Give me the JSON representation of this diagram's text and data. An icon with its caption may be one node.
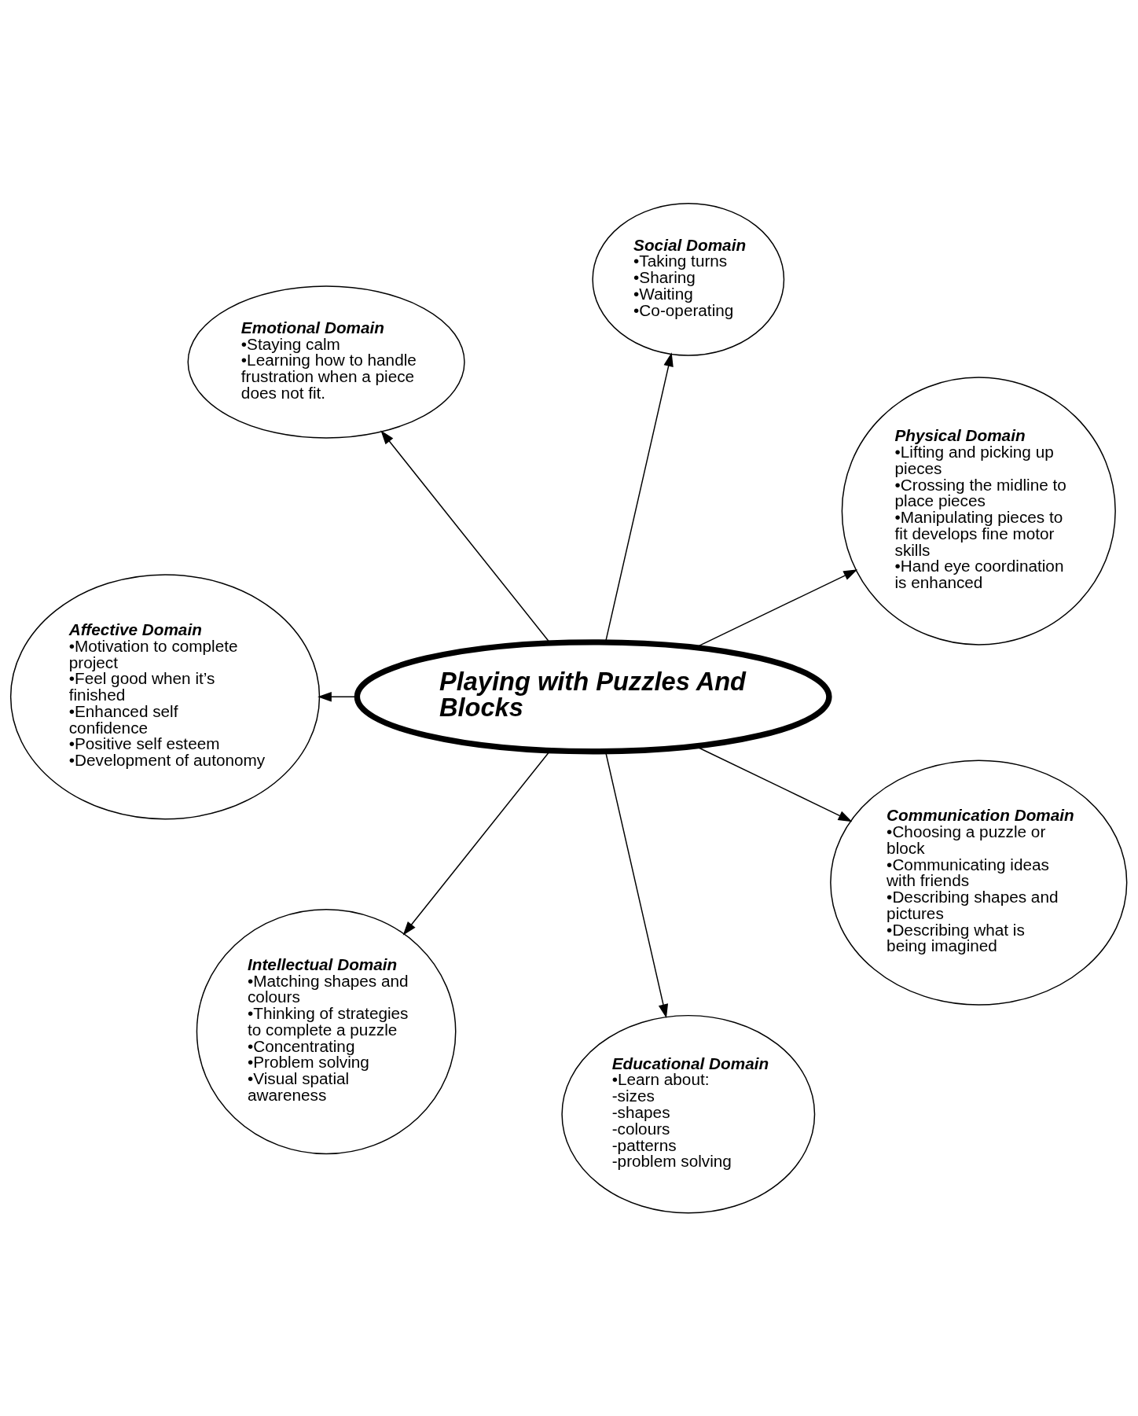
{
  "diagram": {
    "nodes": [
      {
        "text": [
          "Physical Domain",
          "•Lifting and picking up pieces",
          "•Crossing the midline to place pieces",
          "•Manipulating pieces to fit develops fine motor skills",
          "•Hand eye coordination is enhanced"
        ]
      },
      {
        "text": [
          "Social Domain",
          "•Taking turns",
          "•Sharing",
          "•Waiting",
          "•Co-operating"
        ]
      },
      {
        "text": [
          "Emotional Domain",
          "•Staying calm",
          "•Learning how to handle frustration when a piece does not fit."
        ]
      },
      {
        "text": [
          "Playing with Puzzles And Blocks"
        ]
      },
      {
        "text": [
          "Affective Domain",
          "•Motivation to complete project",
          "•Feel good when it’s finished",
          "•Enhanced self confidence",
          "•Positive self esteem",
          "•Development of autonomy"
        ]
      },
      {
        "text": [
          "Intellectual Domain",
          "•Matching shapes and colours",
          "•Thinking of strategies to complete a puzzle",
          "•Concentrating",
          "•Problem solving",
          "•Visual spatial awareness"
        ]
      },
      {
        "text": [
          "Educational Domain",
          "•Learn about:",
          "-sizes",
          "-shapes",
          "-colours",
          "-patterns",
          "-problem solving"
        ]
      },
      {
        "text": [
          "Communication Domain",
          "•Choosing a puzzle or block",
          "•Communicating ideas with friends",
          "•Describing shapes and pictures",
          "•Describing what is being imagined"
        ]
      }
    ],
    "edges": [
      {
        "from": 3,
        "to": 1,
        "arrow": "to"
      },
      {
        "from": 3,
        "to": 0,
        "arrow": "to"
      },
      {
        "from": 3,
        "to": 2,
        "arrow": "to"
      },
      {
        "from": 3,
        "to": 4,
        "arrow": "to"
      },
      {
        "from": 3,
        "to": 5,
        "arrow": "to"
      },
      {
        "from": 3,
        "to": 6,
        "arrow": "to"
      },
      {
        "from": 3,
        "to": 7,
        "arrow": "to"
      }
    ]
  }
}
